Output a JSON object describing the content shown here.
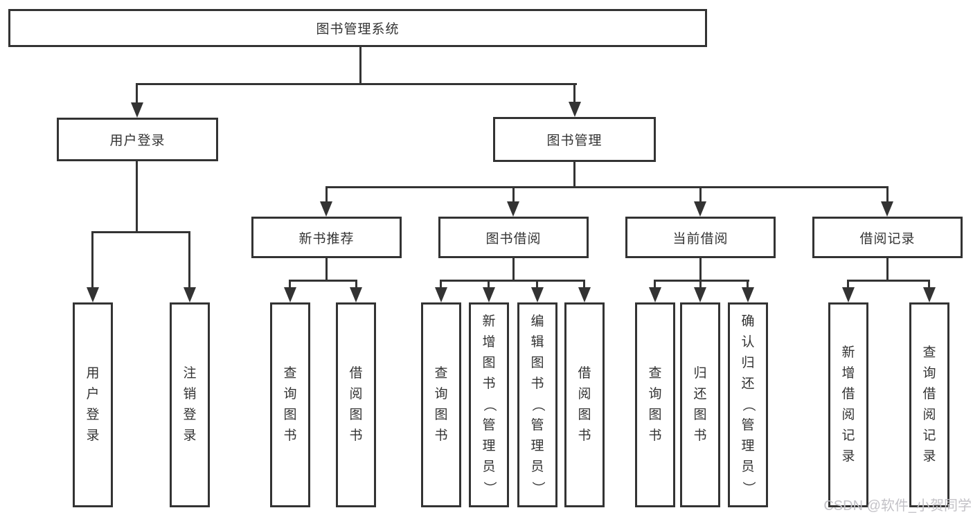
{
  "palette": {
    "line_color": "#333333",
    "text_color": "#333333",
    "background": "#ffffff",
    "watermark_color": "#c3c2c7"
  },
  "diagram": {
    "root": {
      "label": "图书管理系统"
    },
    "level2": [
      {
        "label": "用户登录"
      },
      {
        "label": "图书管理"
      }
    ],
    "level3": [
      {
        "label": "新书推荐",
        "parent": "图书管理"
      },
      {
        "label": "图书借阅",
        "parent": "图书管理"
      },
      {
        "label": "当前借阅",
        "parent": "图书管理"
      },
      {
        "label": "借阅记录",
        "parent": "图书管理"
      }
    ],
    "leaves": [
      {
        "label": "用户登录",
        "parent": "用户登录"
      },
      {
        "label": "注销登录",
        "parent": "用户登录"
      },
      {
        "label": "查询图书",
        "parent": "新书推荐"
      },
      {
        "label": "借阅图书",
        "parent": "新书推荐"
      },
      {
        "label": "查询图书",
        "parent": "图书借阅"
      },
      {
        "label": "新增图书（管理员）",
        "parent": "图书借阅"
      },
      {
        "label": "编辑图书（管理员）",
        "parent": "图书借阅"
      },
      {
        "label": "借阅图书",
        "parent": "图书借阅"
      },
      {
        "label": "查询图书",
        "parent": "当前借阅"
      },
      {
        "label": "归还图书",
        "parent": "当前借阅"
      },
      {
        "label": "确认归还（管理员）",
        "parent": "当前借阅"
      },
      {
        "label": "新增借阅记录",
        "parent": "借阅记录"
      },
      {
        "label": "查询借阅记录",
        "parent": "借阅记录"
      }
    ]
  },
  "watermark": {
    "text": "CSDN @软件_小贺同学"
  }
}
